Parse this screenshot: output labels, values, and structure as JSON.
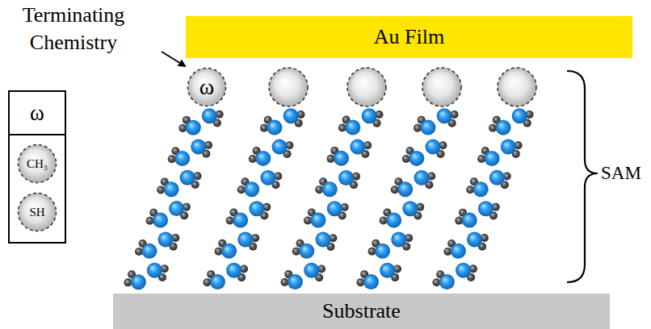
{
  "diagram": {
    "nodes": [
      {
        "text": [
          "Au Film"
        ]
      },
      {
        "text": [
          "ω"
        ]
      },
      {
        "text": [
          "ω"
        ]
      },
      {
        "text": [
          "CH₃"
        ],
        "in": 2
      },
      {
        "text": [
          "SH"
        ],
        "in": 2
      },
      {
        "text": [
          "Substrate"
        ]
      }
    ],
    "labels": [
      "Terminating Chemistry",
      "SAM"
    ]
  }
}
